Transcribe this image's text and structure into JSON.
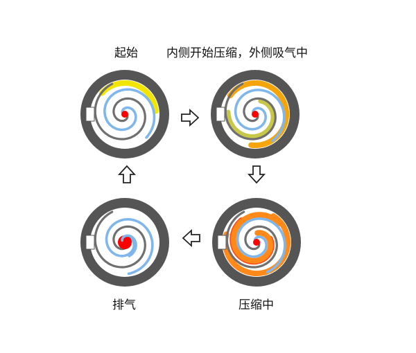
{
  "stages": [
    {
      "id": "start",
      "label": "起始",
      "fill": "#f2e600",
      "inner_fill": "#ffffff"
    },
    {
      "id": "suction",
      "label": "内侧开始压缩，外侧吸气中",
      "fill": "#f5a40a",
      "inner_fill": "#c7c74a"
    },
    {
      "id": "compressing",
      "label": "压缩中",
      "fill": "#ff8a1a",
      "inner_fill": "#ff4a1a"
    },
    {
      "id": "discharge",
      "label": "排气",
      "fill": "#ffffff",
      "inner_fill": "#ff0000"
    }
  ],
  "colors": {
    "casing": "#555555",
    "fixed_scroll": "#6f6f6f",
    "orbiting_scroll": "#7fb6ec",
    "center": "#ff0000",
    "arrow_stroke": "#222222"
  },
  "arrows": [
    {
      "id": "arrow-right",
      "direction": "right"
    },
    {
      "id": "arrow-down",
      "direction": "down"
    },
    {
      "id": "arrow-left",
      "direction": "left"
    },
    {
      "id": "arrow-up",
      "direction": "up"
    }
  ]
}
